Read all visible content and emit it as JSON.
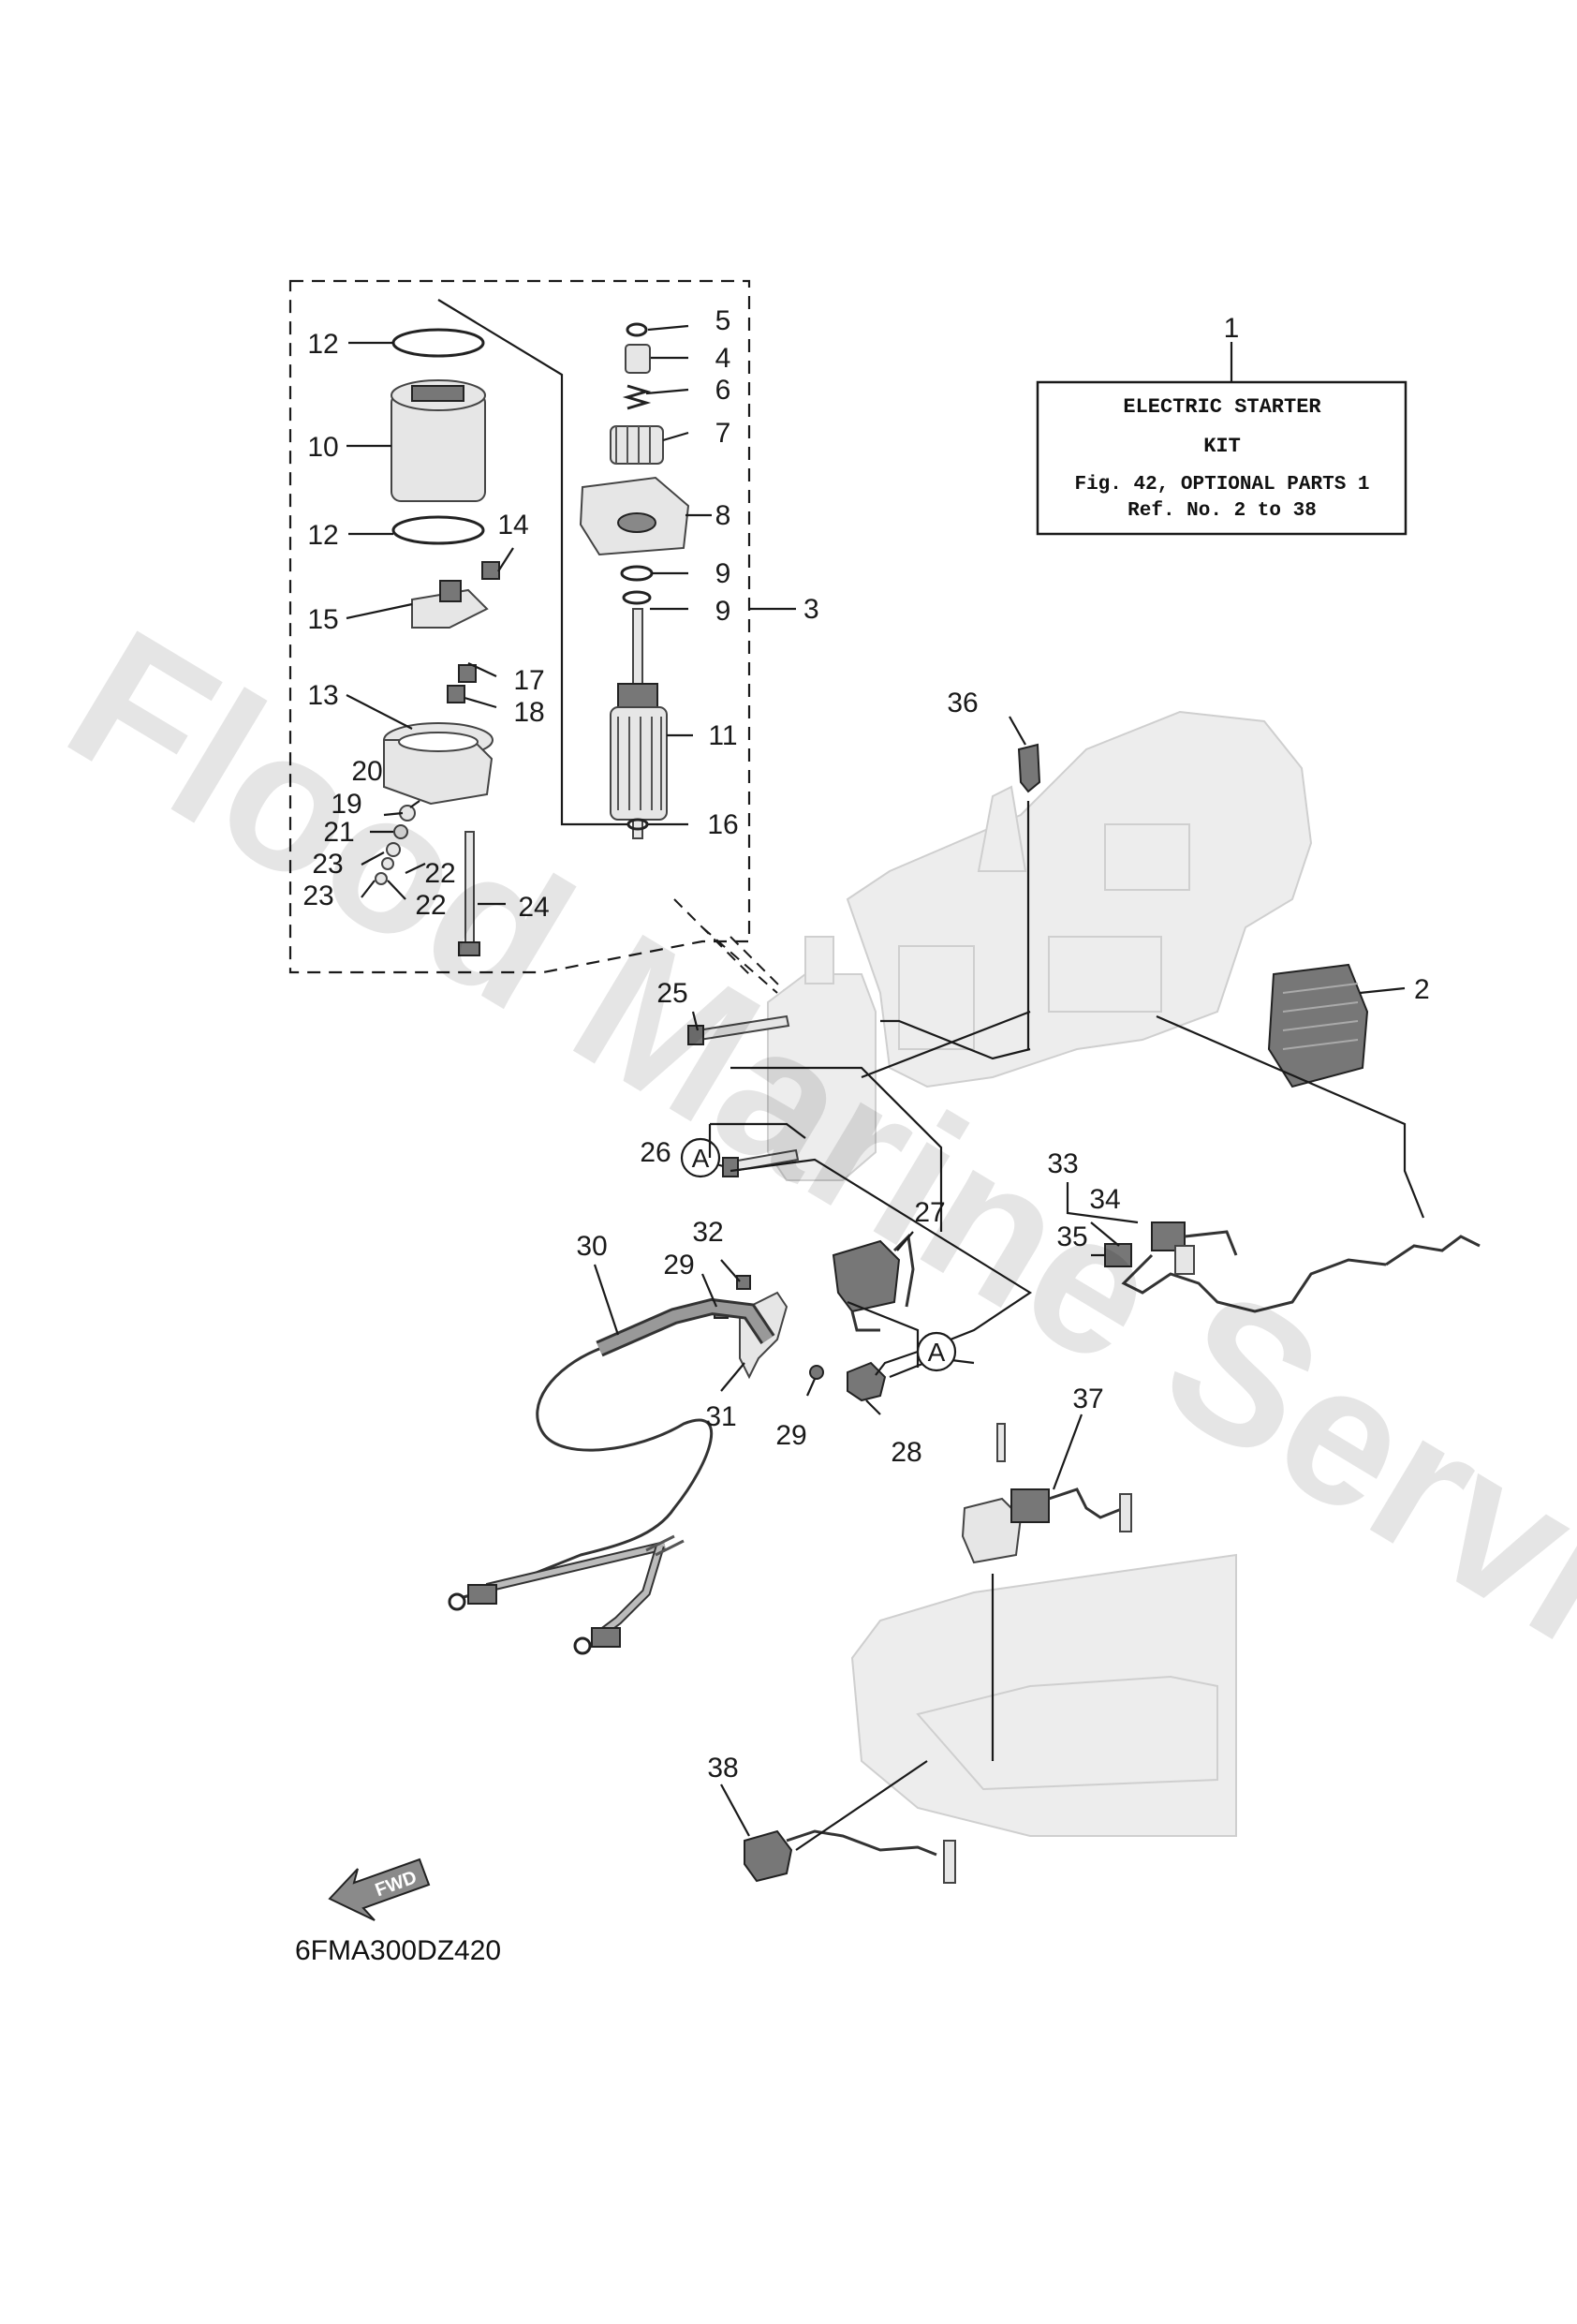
{
  "kit_box": {
    "line1": "ELECTRIC STARTER",
    "line2": "KIT",
    "line3": "Fig. 42, OPTIONAL PARTS 1",
    "line4": "Ref. No. 2 to 38"
  },
  "callouts": {
    "n1": "1",
    "n2": "2",
    "n3": "3",
    "n4": "4",
    "n5": "5",
    "n6": "6",
    "n7": "7",
    "n8": "8",
    "n9a": "9",
    "n9b": "9",
    "n10": "10",
    "n11": "11",
    "n12a": "12",
    "n12b": "12",
    "n13": "13",
    "n14": "14",
    "n15": "15",
    "n16": "16",
    "n17": "17",
    "n18": "18",
    "n19": "19",
    "n20": "20",
    "n21": "21",
    "n22a": "22",
    "n22b": "22",
    "n23a": "23",
    "n23b": "23",
    "n24": "24",
    "n25": "25",
    "n26": "26",
    "n27": "27",
    "n28": "28",
    "n29a": "29",
    "n29b": "29",
    "n30": "30",
    "n31": "31",
    "n32": "32",
    "n33": "33",
    "n34": "34",
    "n35": "35",
    "n36": "36",
    "n37": "37",
    "n38": "38"
  },
  "reference_markers": {
    "a1": "A",
    "a2": "A"
  },
  "fwd_label": "FWD",
  "drawing_code": "6FMA300DZ420",
  "watermark": "Flood Marine Services"
}
